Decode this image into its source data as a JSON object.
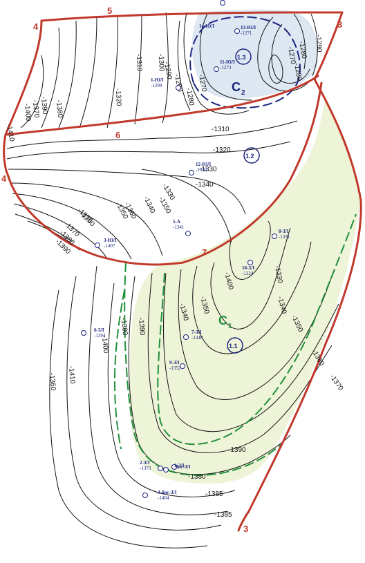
{
  "map": {
    "blocks": {
      "c1": {
        "label": "C",
        "subscript": "1",
        "color": "#1f8f3a"
      },
      "c2": {
        "label": "C",
        "subscript": "2",
        "color": "#1a237e"
      }
    },
    "zones": [
      "1.3",
      "1.2",
      "1.1"
    ],
    "faults": [
      "5",
      "4",
      "3",
      "6",
      "4",
      "7",
      "3"
    ],
    "wells": [
      {
        "name": "14-ЮЛ",
        "value": ""
      },
      {
        "name": "13-ЮЛ",
        "value": "-1271"
      },
      {
        "name": "11-ЮЛ",
        "value": "-1273"
      },
      {
        "name": "1-ЮЛ",
        "value": "-1299"
      },
      {
        "name": "12-ЮЛ",
        "value": "-1330"
      },
      {
        "name": "5-А",
        "value": "-1341"
      },
      {
        "name": "8-ЗЛ",
        "value": "-1331"
      },
      {
        "name": "10-ЗЛ",
        "value": "-1324"
      },
      {
        "name": "3-ЮЛ",
        "value": "-1407"
      },
      {
        "name": "7-ЗЛ",
        "value": "-1348"
      },
      {
        "name": "6-ЗЛ",
        "value": "-1394"
      },
      {
        "name": "9-ЗЛ",
        "value": "-1352"
      },
      {
        "name": "2-ЗЛ",
        "value": "-1373"
      },
      {
        "name": "2-бис-ЗЛ",
        "value": ""
      },
      {
        "name": "3-бис-ЗЛ",
        "value": "-1404"
      },
      {
        "name": "1-ЗЛ",
        "value": ""
      }
    ],
    "contour_labels": [
      "-1310",
      "-1300",
      "-1290",
      "-1280",
      "-1270",
      "-1260",
      "-1280",
      "-1270",
      "-1280",
      "-1290",
      "-1320",
      "-1330",
      "-1340",
      "-1350",
      "-1360",
      "-1370",
      "-1310",
      "-1320",
      "-1330",
      "-1340",
      "-1350",
      "-1360",
      "-1370",
      "-1380",
      "-1390",
      "-1400",
      "-1330",
      "-1340",
      "-1350",
      "-1340",
      "-1350",
      "-1360",
      "-1370",
      "-1380",
      "-1390",
      "-1400",
      "-1410",
      "-1360",
      "-1370",
      "-1380",
      "-1390",
      "-1400",
      "-1410",
      "-1385",
      "-1385",
      "-1380",
      "-1390"
    ],
    "colors": {
      "fault": "#c0392b",
      "c1_fill": "#eef4d8",
      "c2_fill": "#dde8f3",
      "oil_contour": "#1f8f3a",
      "gas_contour": "#1a237e"
    }
  }
}
